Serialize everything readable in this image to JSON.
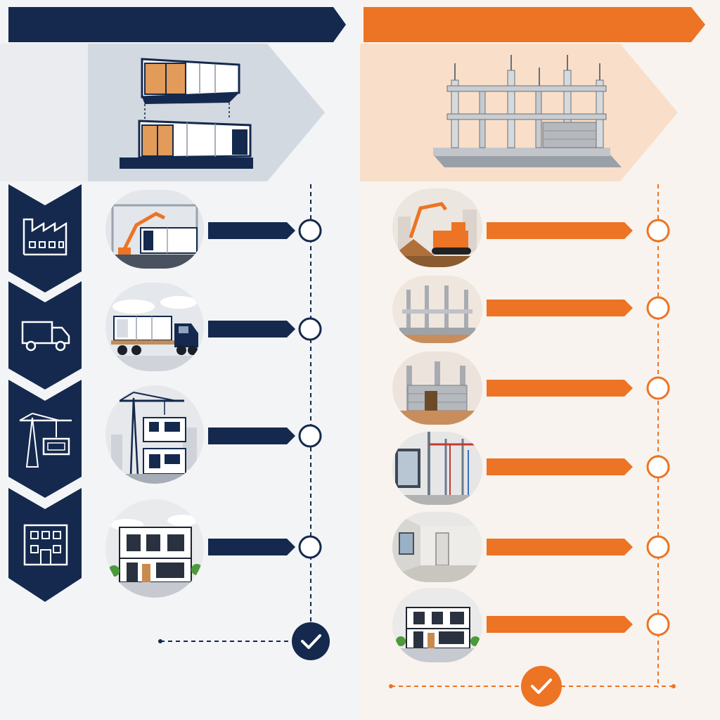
{
  "colors": {
    "navy": "#14294d",
    "orange": "#ec7424",
    "left_bg": "#f3f4f6",
    "right_bg": "#f8f3ee",
    "left_hero_bg": "#d3d9e1",
    "right_hero_bg": "#f9dfc9",
    "white": "#ffffff"
  },
  "left": {
    "method": "modular-construction",
    "hero_icon": "stacked-modular-units",
    "side_icons": [
      "factory-icon",
      "delivery-truck-icon",
      "crane-lifting-module-icon",
      "finished-building-icon"
    ],
    "steps": [
      {
        "illustration": "factory-module-fabrication"
      },
      {
        "illustration": "module-transport-truck"
      },
      {
        "illustration": "crane-module-installation"
      },
      {
        "illustration": "finished-modular-building"
      }
    ],
    "completion_icon": "check-icon"
  },
  "right": {
    "method": "traditional-construction",
    "hero_icon": "concrete-frame-structure",
    "steps": [
      {
        "illustration": "excavation-earthworks"
      },
      {
        "illustration": "foundation-and-columns"
      },
      {
        "illustration": "masonry-walls"
      },
      {
        "illustration": "mep-framing-installation"
      },
      {
        "illustration": "interior-finishing"
      },
      {
        "illustration": "finished-building"
      }
    ],
    "completion_icon": "check-icon"
  }
}
